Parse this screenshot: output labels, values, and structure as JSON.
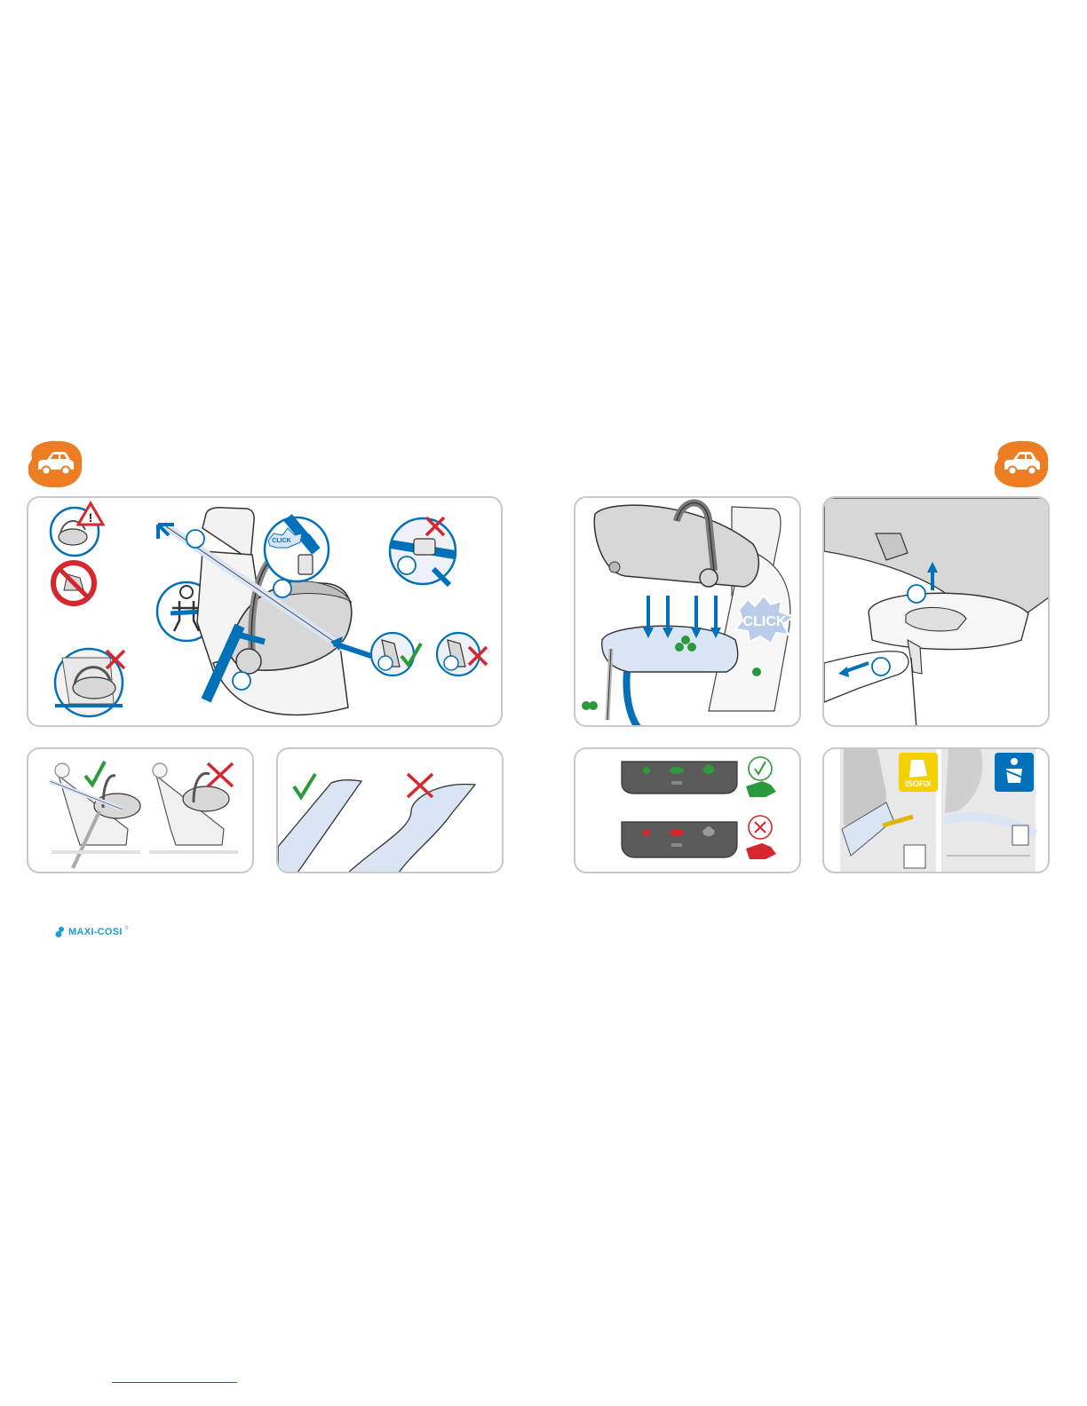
{
  "colors": {
    "brand_orange": "#ec7d22",
    "brand_blue": "#0070b8",
    "light_blue": "#d9e4f5",
    "seat_gray": "#d7d7d7",
    "ok_green": "#2a9a3a",
    "error_red": "#d6262e",
    "panel_border": "#c9c9c9",
    "base_dark": "#5a5a5a"
  },
  "badges": {
    "left": {
      "icon": "car-icon"
    },
    "right": {
      "icon": "car-icon"
    }
  },
  "panels": {
    "belt_install": {
      "click_label": "CLICK"
    },
    "base_install": {
      "click_label": "CLICK"
    },
    "certification": {
      "isofix_label": "ISOFIX"
    }
  },
  "logo": {
    "text": "MAXI-COSI",
    "mark": "®"
  }
}
